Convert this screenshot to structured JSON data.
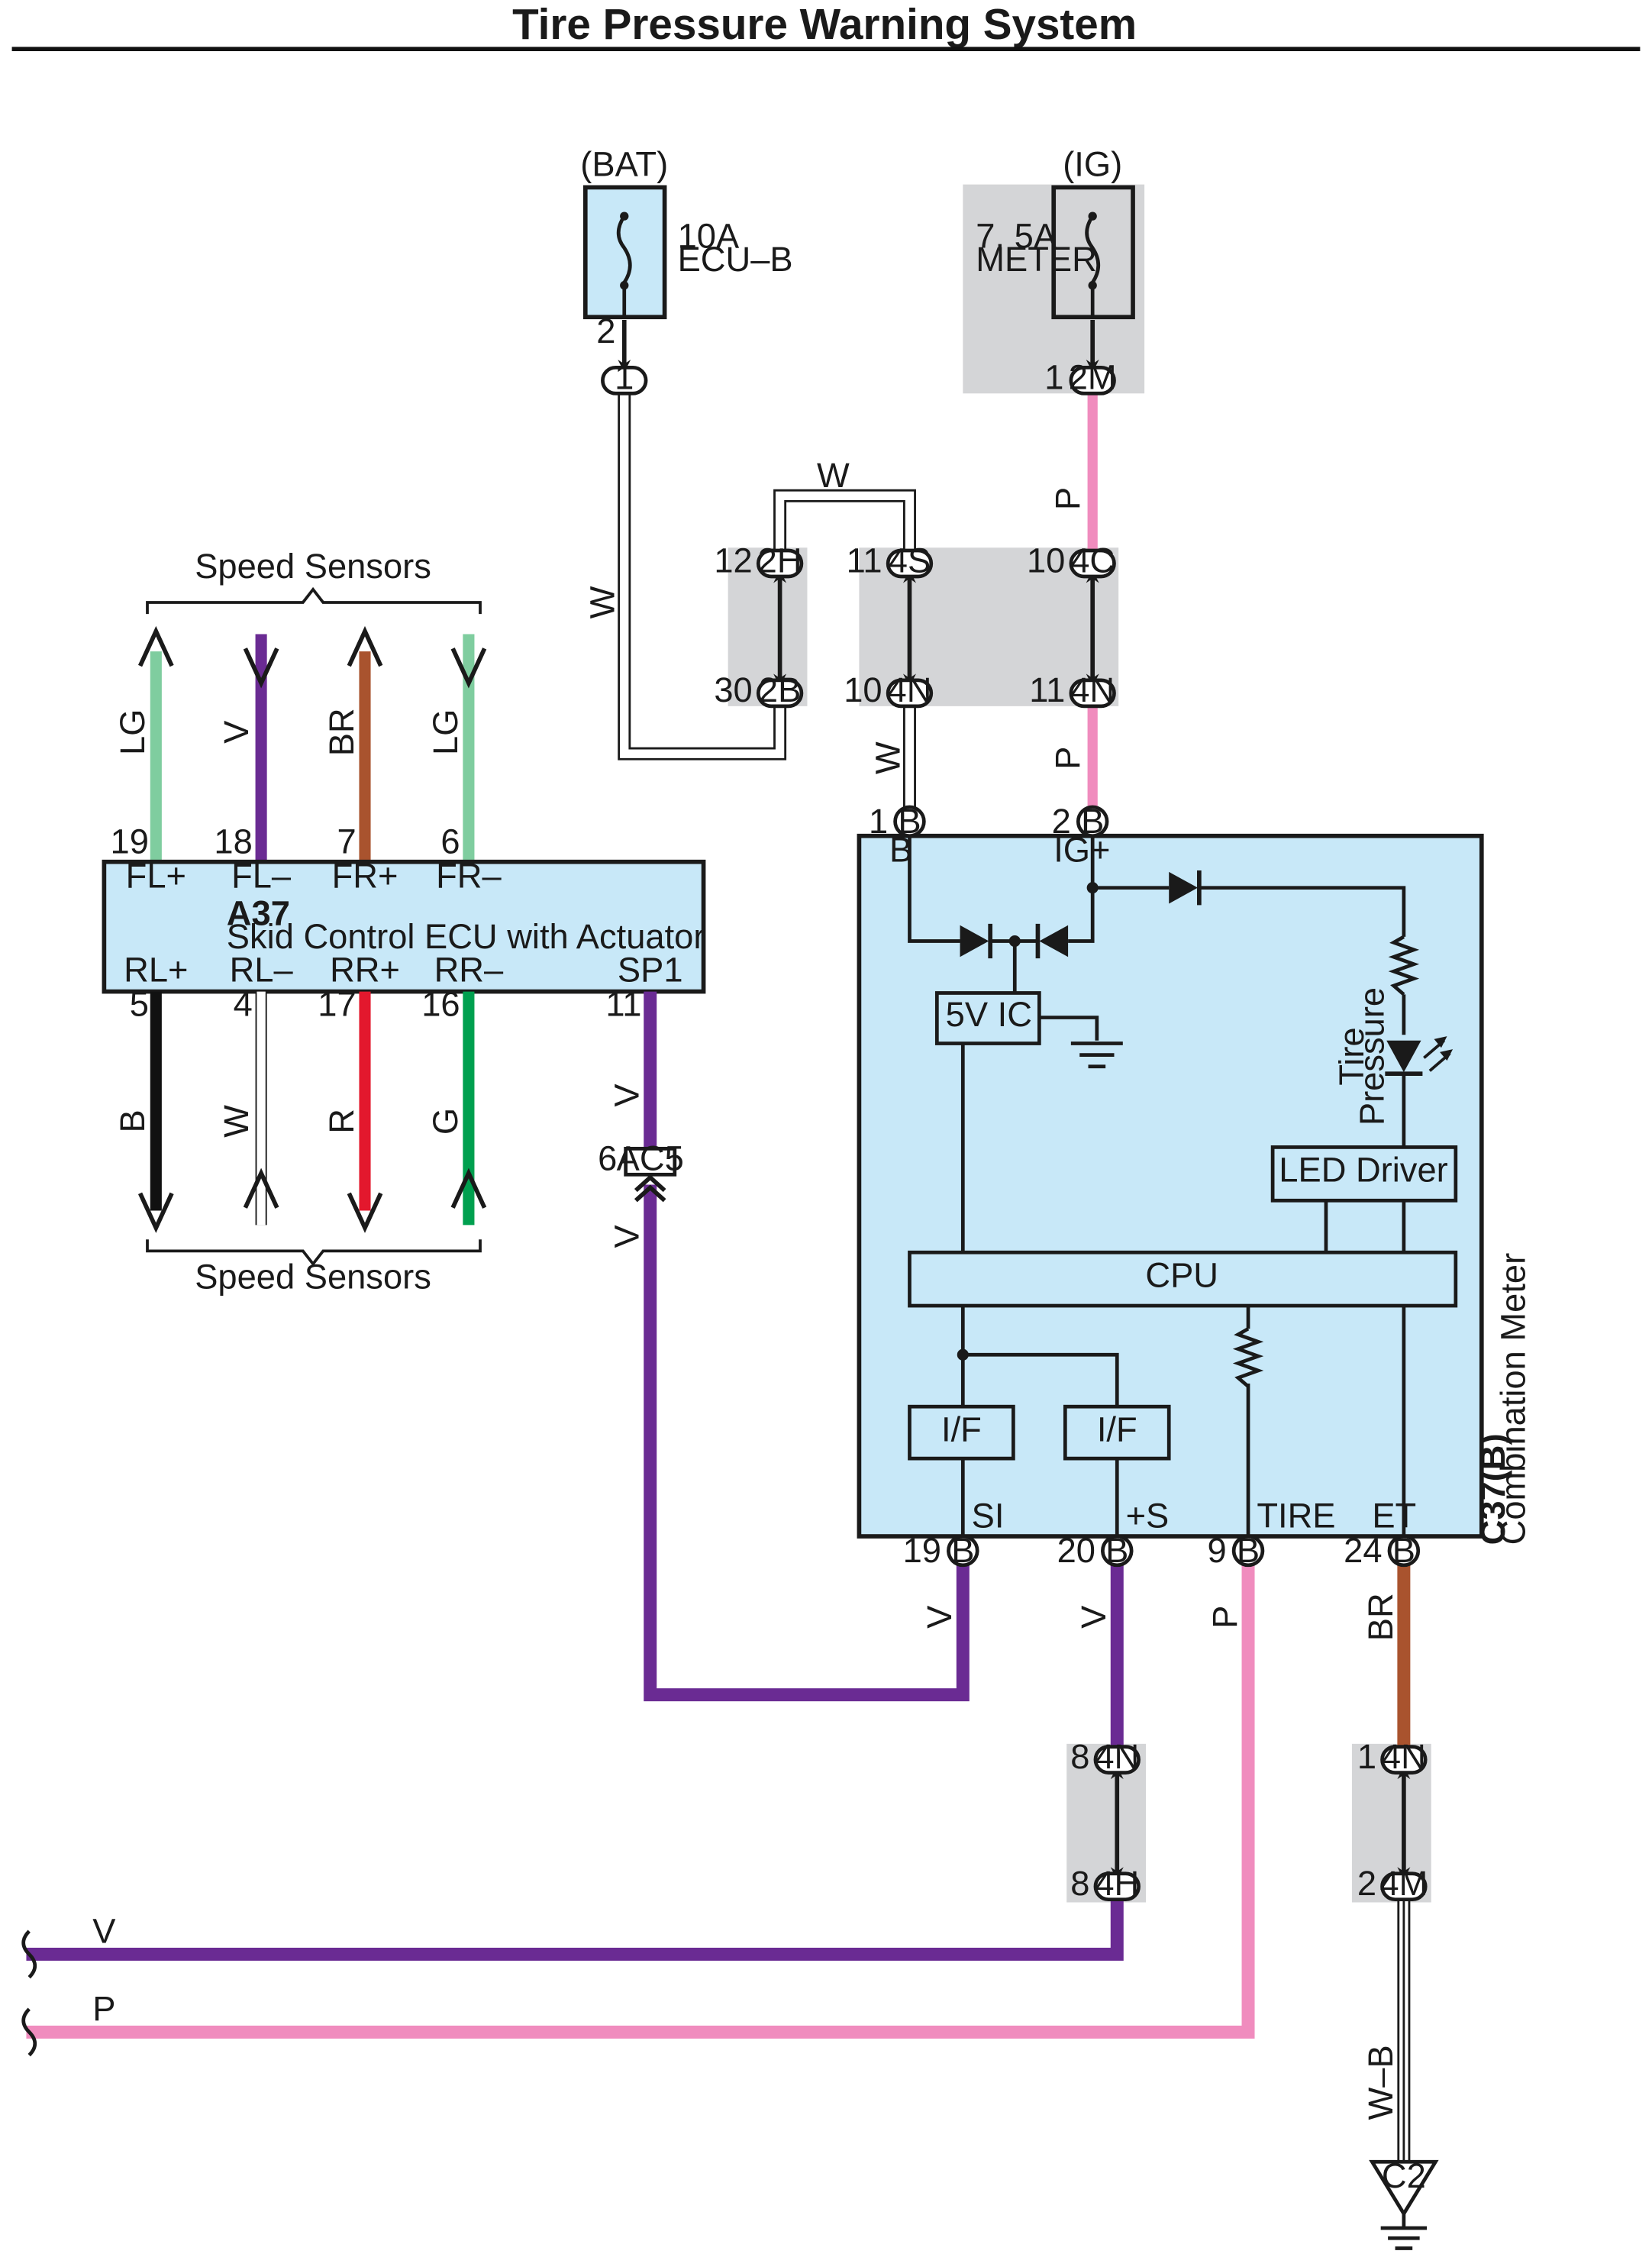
{
  "title": "Tire Pressure Warning System",
  "colors": {
    "ecu_fill": "#c8e8f8",
    "splice_gray": "#d4d5d7",
    "wire_V": "#6a2b93",
    "wire_P": "#f08cbe",
    "wire_LG": "#7fcd9f",
    "wire_BR": "#a9532e",
    "wire_B": "#111111",
    "wire_R": "#e3182d",
    "wire_G": "#00a04f",
    "wire_W": "#ffffff"
  },
  "power": {
    "bat": {
      "label": "(BAT)",
      "fuse_amp": "10A",
      "fuse_name": "ECU–B",
      "pin": "2",
      "connector": "1"
    },
    "ig": {
      "label": "(IG)",
      "fuse_amp": "7. 5A",
      "fuse_name": "METER",
      "pin": "1",
      "connector": "2M"
    }
  },
  "junctions": [
    {
      "top_pin": "12",
      "top": "2H",
      "bottom_pin": "30",
      "bottom": "2B"
    },
    {
      "top_pin": "11",
      "top": "4S",
      "bottom_pin": "10",
      "bottom": "4N"
    },
    {
      "top_pin": "10",
      "top": "4C",
      "bottom_pin": "11",
      "bottom": "4N"
    },
    {
      "top_pin": "8",
      "top": "4N",
      "bottom_pin": "8",
      "bottom": "4H"
    },
    {
      "top_pin": "1",
      "top": "4N",
      "bottom_pin": "2",
      "bottom": "4M"
    }
  ],
  "wire_codes": {
    "W": "W",
    "P": "P",
    "V": "V",
    "BR": "BR",
    "LG": "LG",
    "B": "B",
    "R": "R",
    "G": "G",
    "W_B": "W–B"
  },
  "speed_sensors_label": "Speed Sensors",
  "skid_ecu": {
    "code": "A37",
    "name": "Skid Control ECU with Actuator",
    "top_pins": [
      {
        "num": "19",
        "name": "FL+"
      },
      {
        "num": "18",
        "name": "FL–"
      },
      {
        "num": "7",
        "name": "FR+"
      },
      {
        "num": "6",
        "name": "FR–"
      }
    ],
    "bottom_pins": [
      {
        "num": "5",
        "name": "RL+"
      },
      {
        "num": "4",
        "name": "RL–"
      },
      {
        "num": "17",
        "name": "RR+"
      },
      {
        "num": "16",
        "name": "RR–"
      },
      {
        "num": "11",
        "name": "SP1"
      }
    ]
  },
  "ac5": {
    "pin": "6",
    "name": "AC5"
  },
  "meter": {
    "code": "C37(B)",
    "name": "Combination Meter",
    "top_pins": [
      {
        "num": "1",
        "conn": "B",
        "name": "B"
      },
      {
        "num": "2",
        "conn": "B",
        "name": "IG+"
      }
    ],
    "bottom_pins": [
      {
        "num": "19",
        "conn": "B",
        "name": "SI"
      },
      {
        "num": "20",
        "conn": "B",
        "name": "+S"
      },
      {
        "num": "9",
        "conn": "B",
        "name": "TIRE"
      },
      {
        "num": "24",
        "conn": "B",
        "name": "ET"
      }
    ],
    "blocks": {
      "ic": "5V IC",
      "led_driver": "LED Driver",
      "cpu": "CPU",
      "if1": "I/F",
      "if2": "I/F"
    },
    "led_label_1": "Tire",
    "led_label_2": "Pressure"
  },
  "ground": {
    "name": "C2"
  }
}
